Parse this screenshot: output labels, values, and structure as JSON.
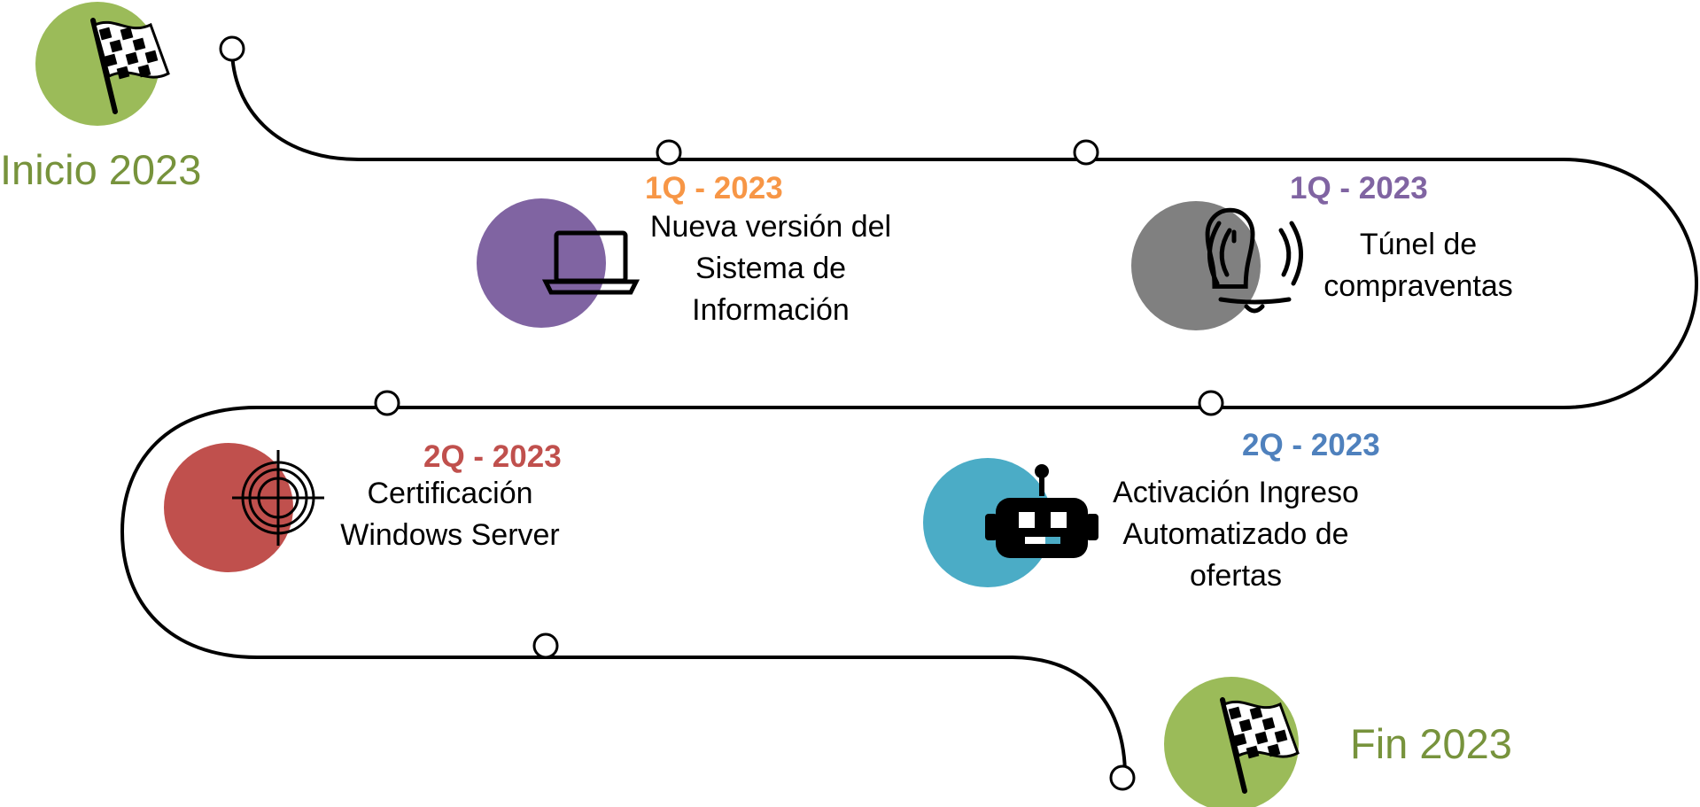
{
  "start": {
    "label": "Inicio 2023"
  },
  "end": {
    "label": "Fin 2023"
  },
  "milestones": [
    {
      "period": "1Q - 2023",
      "lines": [
        "Nueva versión del",
        "Sistema de",
        "Información"
      ],
      "icon": "laptop-icon"
    },
    {
      "period": "1Q - 2023",
      "lines": [
        "Túnel de",
        "compraventas"
      ],
      "icon": "bell-alarm-icon"
    },
    {
      "period": "2Q - 2023",
      "lines": [
        "Certificación",
        "Windows Server"
      ],
      "icon": "crosshair-icon"
    },
    {
      "period": "2Q - 2023",
      "lines": [
        "Activación Ingreso",
        "Automatizado de",
        "ofertas"
      ],
      "icon": "robot-icon"
    }
  ],
  "colors": {
    "green": "#9bbb59",
    "purple": "#8064a2",
    "gray": "#808080",
    "red": "#c0504d",
    "teal": "#4bacc6",
    "orange": "#f79646",
    "blue": "#4f81bd"
  }
}
